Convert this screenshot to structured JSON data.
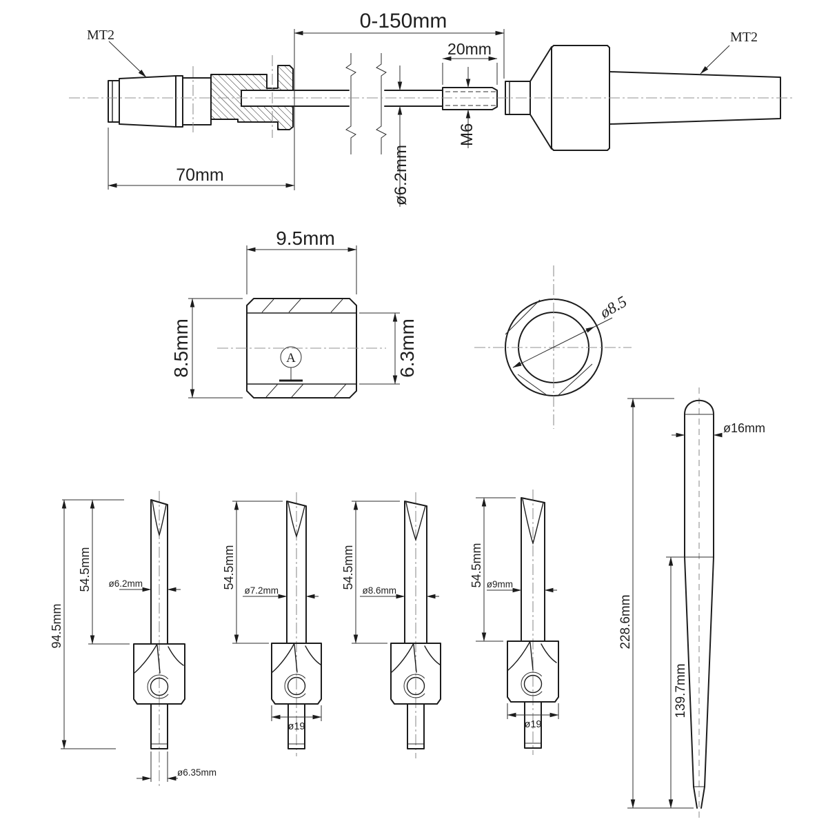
{
  "top_assembly": {
    "taper_left": "MT2",
    "taper_right": "MT2",
    "adjustable_range": "0-150mm",
    "thread_length": "20mm",
    "thread_size": "M6",
    "shaft_diameter": "ø6.2mm",
    "head_length": "70mm"
  },
  "bushing": {
    "width": "9.5mm",
    "outer_height": "8.5mm",
    "bore": "6.3mm",
    "datum": "A",
    "outer_diameter": "ø8.5"
  },
  "cutters": [
    {
      "overall_length": "94.5mm",
      "flute_length": "54.5mm",
      "diameter": "ø6.2mm",
      "shank_diameter": "ø6.35mm"
    },
    {
      "flute_length": "54.5mm",
      "diameter": "ø7.2mm",
      "head_diameter": "ø19"
    },
    {
      "flute_length": "54.5mm",
      "diameter": "ø8.6mm"
    },
    {
      "flute_length": "54.5mm",
      "diameter": "ø9mm",
      "head_diameter": "ø19"
    }
  ],
  "center_pin": {
    "diameter": "ø16mm",
    "overall_length": "228.6mm",
    "taper_length": "139.7mm"
  },
  "colors": {
    "line": "#1c1c1c",
    "dimension": "#2b2b2b",
    "centerline": "#909090",
    "background": "#ffffff"
  }
}
